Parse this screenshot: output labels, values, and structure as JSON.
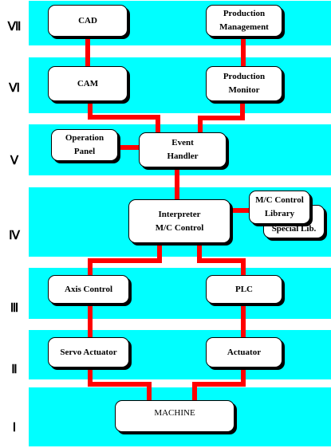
{
  "levels": [
    "Ⅶ",
    "Ⅵ",
    "Ⅴ",
    "Ⅳ",
    "Ⅲ",
    "Ⅱ",
    "Ⅰ"
  ],
  "nodes": {
    "cad": "CAD",
    "production_management": "Production\nManagement",
    "cam": "CAM",
    "production_monitor": "Production\nMonitor",
    "operation_panel": "Operation\nPanel",
    "event_handler": "Event\nHandler",
    "interpreter": "Interpreter\nM/C Control",
    "mc_control_library": "M/C Control\nLibrary",
    "special_lib": "Special Lib.",
    "axis_control": "Axis Control",
    "plc": "PLC",
    "servo_actuator": "Servo Actuator",
    "actuator": "Actuator",
    "machine": "MACHINE"
  },
  "colors": {
    "band": "#00ffff",
    "wire": "#ff0000",
    "box": "#ffffff"
  }
}
